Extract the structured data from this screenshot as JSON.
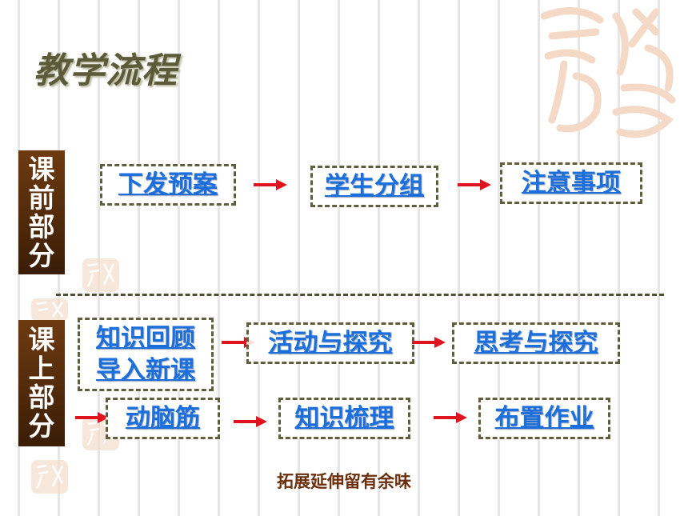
{
  "title": "教学流程",
  "sections": {
    "pre": {
      "label": [
        "课",
        "前",
        "部",
        "分"
      ]
    },
    "in": {
      "label": [
        "课",
        "上",
        "部",
        "分"
      ]
    }
  },
  "steps": {
    "s1": "下发预案",
    "s2": "学生分组",
    "s3": "注意事项",
    "s4a": "知识回顾",
    "s4b": "导入新课",
    "s5": "活动与探究",
    "s6": "思考与探究",
    "s7": "动脑筋",
    "s8": "知识梳理",
    "s9": "布置作业"
  },
  "footer": "拓展延伸留有余味",
  "colors": {
    "link": "#1a6fdc",
    "arrow": "#e0141e",
    "label_bg": "#4a250a",
    "border": "#5f5f3d"
  },
  "icons": [
    "auspicious-seal-icon",
    "flow-arrow-icon"
  ]
}
